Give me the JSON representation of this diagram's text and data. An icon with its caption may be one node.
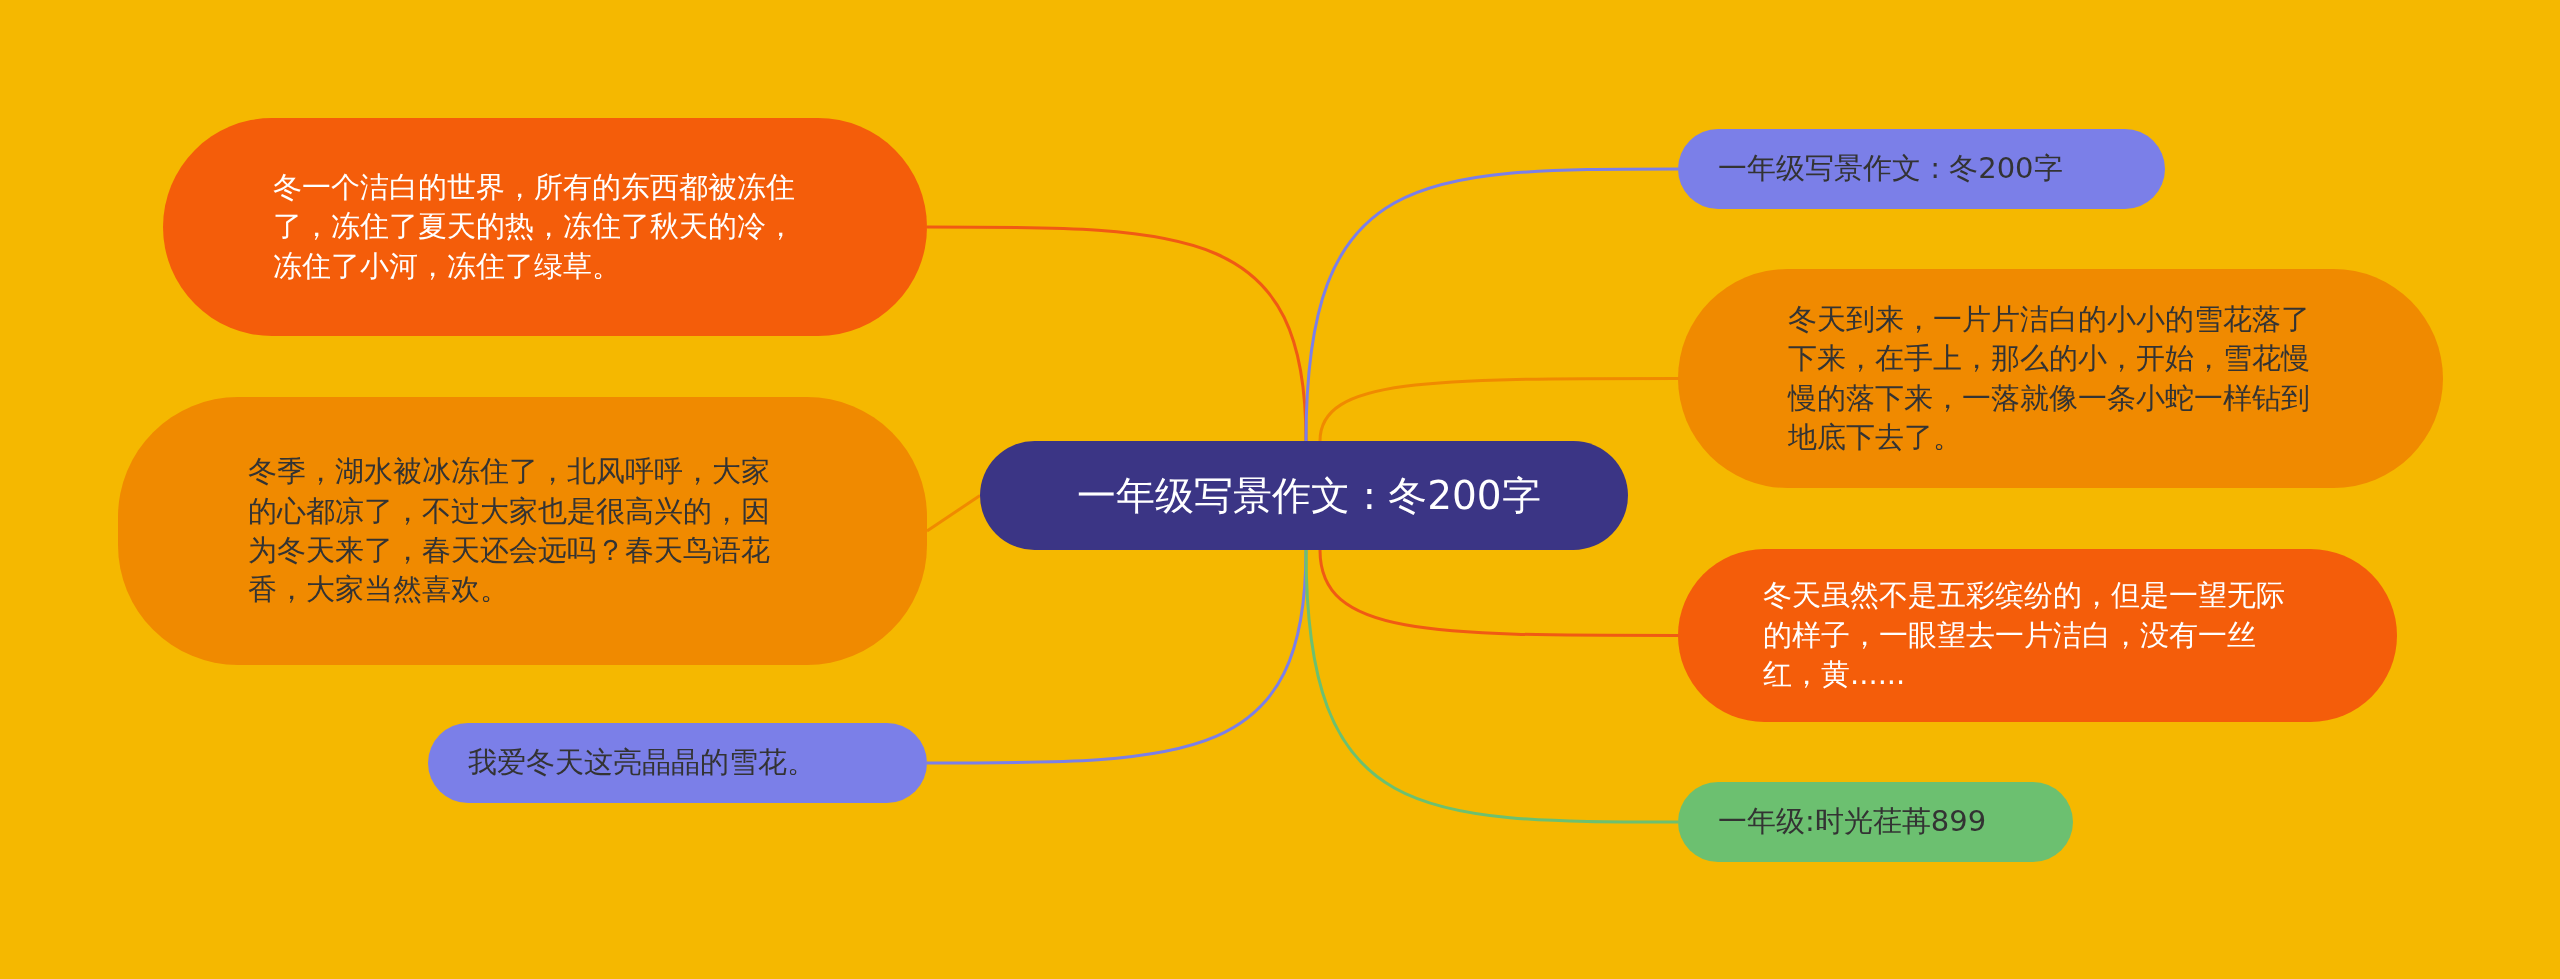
{
  "diagram": {
    "nodes": [
      {
        "text": [
          "一年级写景作文 : 冬200字"
        ]
      },
      {
        "text": [
          "冬一个洁白的世界，所有的东西都被冻住了，冻住了夏天的热，冻住了秋天的冷，冻住了小河，冻住了绿草。"
        ]
      },
      {
        "text": [
          "冬季，湖水被冰冻住了，北风呼呼，大家的心都凉了，不过大家也是很高兴的，因为冬天来了，春天还会远吗？春天鸟语花香，大家当然喜欢。"
        ]
      },
      {
        "text": [
          "我爱冬天这亮晶晶的雪花。"
        ]
      },
      {
        "text": [
          "一年级写景作文 : 冬200字"
        ]
      },
      {
        "text": [
          "冬天到来，一片片洁白的小小的雪花落了下来，在手上，那么的小，开始，雪花慢慢的落下来，一落就像一条小蛇一样钻到地底下去了。"
        ]
      },
      {
        "text": [
          "冬天虽然不是五彩缤纷的，但是一望无际的样子，一眼望去一片洁白，没有一丝红，黄......"
        ]
      },
      {
        "text": [
          "一年级:时光荏苒899"
        ]
      }
    ],
    "edges": [
      {
        "from": 0,
        "to": 1,
        "arrow": "none",
        "color": "#f05a14"
      },
      {
        "from": 0,
        "to": 2,
        "arrow": "none",
        "color": "#f08a00"
      },
      {
        "from": 0,
        "to": 3,
        "arrow": "none",
        "color": "#7b7fe8"
      },
      {
        "from": 0,
        "to": 4,
        "arrow": "none",
        "color": "#7b7fe8"
      },
      {
        "from": 0,
        "to": 5,
        "arrow": "none",
        "color": "#f08a00"
      },
      {
        "from": 0,
        "to": 6,
        "arrow": "none",
        "color": "#f05a14"
      },
      {
        "from": 0,
        "to": 7,
        "arrow": "none",
        "color": "#6cc070"
      }
    ]
  }
}
